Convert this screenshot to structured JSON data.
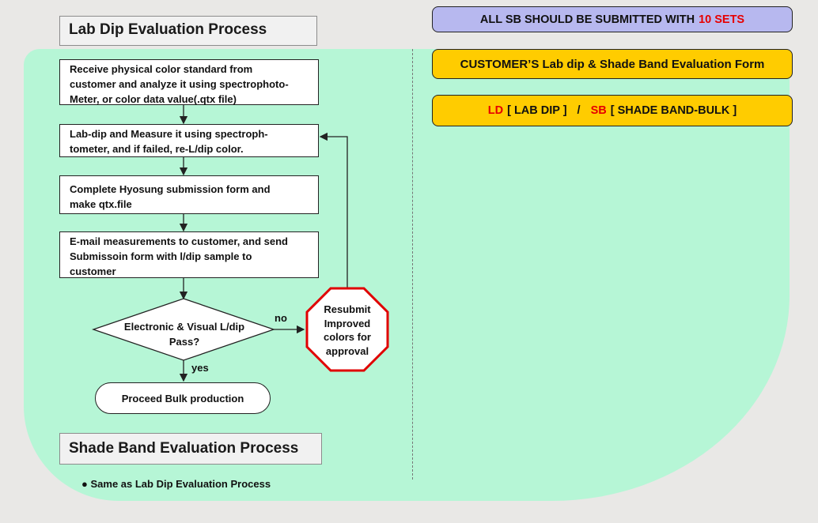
{
  "header_banner": {
    "prefix": "ALL SB SHOULD BE SUBMITTED WITH",
    "highlight": "10 SETS"
  },
  "form_title": "CUSTOMER’S Lab dip & Shade Band Evaluation Form",
  "legend_banner": {
    "ld": "LD",
    "ld_desc": "[ LAB DIP ]",
    "sep": "/",
    "sb": "SB",
    "sb_desc": "[ SHADE BAND-BULK ]"
  },
  "lab_dip": {
    "title": "Lab Dip Evaluation Process",
    "steps": [
      "Receive physical color standard from\ncustomer and analyze it using spectrophoto-\nMeter, or color data value(.qtx file)",
      "Lab-dip and Measure it using spectroph-\ntometer, and  if failed, re-L/dip color.",
      "Complete Hyosung submission form  and\n make qtx.file",
      "E-mail measurements to customer, and send\nSubmissoin form with l/dip sample  to\n customer"
    ],
    "decision_line1": "Electronic & Visual L/dip",
    "decision_line2": "Pass?",
    "no_label": "no",
    "yes_label": "yes",
    "resubmit_lines": [
      "Resubmit",
      "Improved",
      "colors for",
      "approval"
    ],
    "proceed": "Proceed Bulk production"
  },
  "shade_band": {
    "title": "Shade Band Evaluation Process",
    "bullet": "Same as Lab Dip Evaluation Process"
  },
  "colors": {
    "background": "#e9e8e6",
    "green_area": "#b6f6d6",
    "lavender": "#b7b8ef",
    "amber": "#ffcc00",
    "red": "#e60000",
    "stop_border": "#e00000"
  }
}
